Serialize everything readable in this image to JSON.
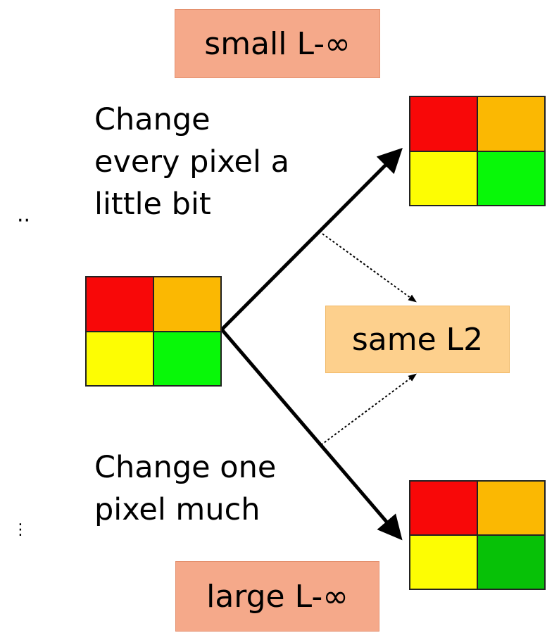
{
  "boxes": {
    "top": "small L-∞",
    "middle": "same L2",
    "bottom": "large L-∞"
  },
  "labels": {
    "top": "Change\nevery pixel a\nlittle bit",
    "bottom": "Change one\npixel much"
  },
  "stray_marks": {
    "left_dots": "··"
  },
  "colors": {
    "red": "#f80808",
    "orange": "#fbb802",
    "yellow": "#fdfd03",
    "green": "#08f808",
    "green_dark": "#07c107",
    "box_salmon": "#f5a98a",
    "box_peach": "#fdd08d"
  },
  "grids": {
    "center": [
      "#f80808",
      "#fbb802",
      "#fdfd03",
      "#08f808"
    ],
    "top": [
      "#f80808",
      "#fbb802",
      "#fdfd03",
      "#08f808"
    ],
    "bottom": [
      "#f80808",
      "#fbb802",
      "#fdfd03",
      "#07c107"
    ]
  }
}
